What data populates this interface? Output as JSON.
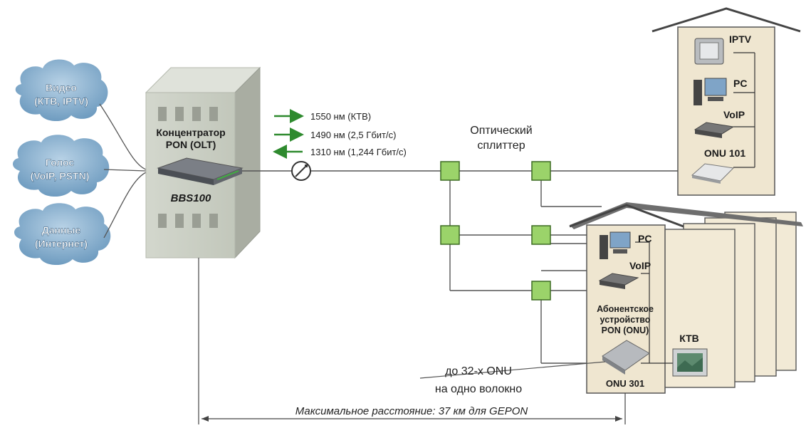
{
  "sources": {
    "video": {
      "line1": "Видео",
      "line2": "(КТВ, IPTV)"
    },
    "voice": {
      "line1": "Голос",
      "line2": "(VoIP, PSTN)"
    },
    "data": {
      "line1": "Данные",
      "line2": "(Интернет)"
    }
  },
  "olt": {
    "title_line1": "Концентратор",
    "title_line2": "PON (OLT)",
    "device_name": "BBS100"
  },
  "wavelengths": [
    {
      "label": "1550 нм (КТВ)",
      "direction": "downstream"
    },
    {
      "label": "1490 нм (2,5 Гбит/с)",
      "direction": "downstream"
    },
    {
      "label": "1310 нм (1,244 Гбит/с)",
      "direction": "upstream"
    }
  ],
  "splitter": {
    "line1": "Оптический",
    "line2": "сплиттер"
  },
  "house_top": {
    "iptv": "IPTV",
    "pc": "PC",
    "voip": "VoIP",
    "onu": "ONU 101"
  },
  "house_bottom": {
    "pc": "PC",
    "voip": "VoIP",
    "onu_line1": "Абонентское",
    "onu_line2": "устройство",
    "onu_line3": "PON (ONU)",
    "ktv": "КТВ",
    "onu": "ONU 301"
  },
  "fiber_note": {
    "line1": "до 32-х ONU",
    "line2": "на одно волокно"
  },
  "distance": "Максимальное расстояние: 37 км для GEPON",
  "colors": {
    "cloud": "#7fa9c9",
    "building": "#c8ccc2",
    "house": "#efe6d0",
    "splitter": "#9bd36a",
    "arrow": "#2e8a2e"
  }
}
